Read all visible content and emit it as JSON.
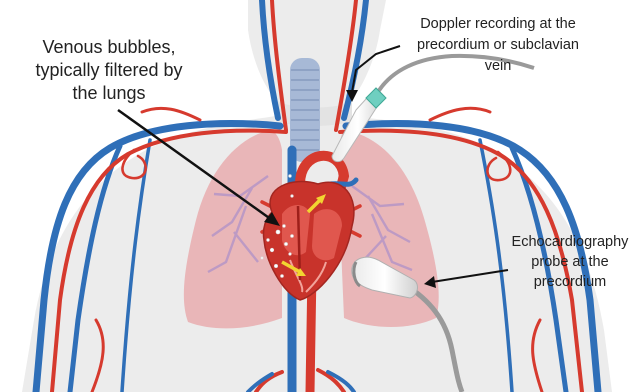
{
  "labels": {
    "venous_bubbles": [
      "Venous bubbles,",
      "typically filtered by",
      "the lungs"
    ],
    "doppler": [
      "Doppler recording at the",
      "precordium or subclavian",
      "vein"
    ],
    "echocardiography": [
      "Echocardiography",
      "probe at the",
      "precordium"
    ]
  },
  "colors": {
    "artery": "#d63a2e",
    "vein": "#2f6fb8",
    "lung": "#e8aeb0",
    "heart": "#c8332b",
    "body": "#ececec",
    "bubble_arrow": "#f2d431"
  }
}
